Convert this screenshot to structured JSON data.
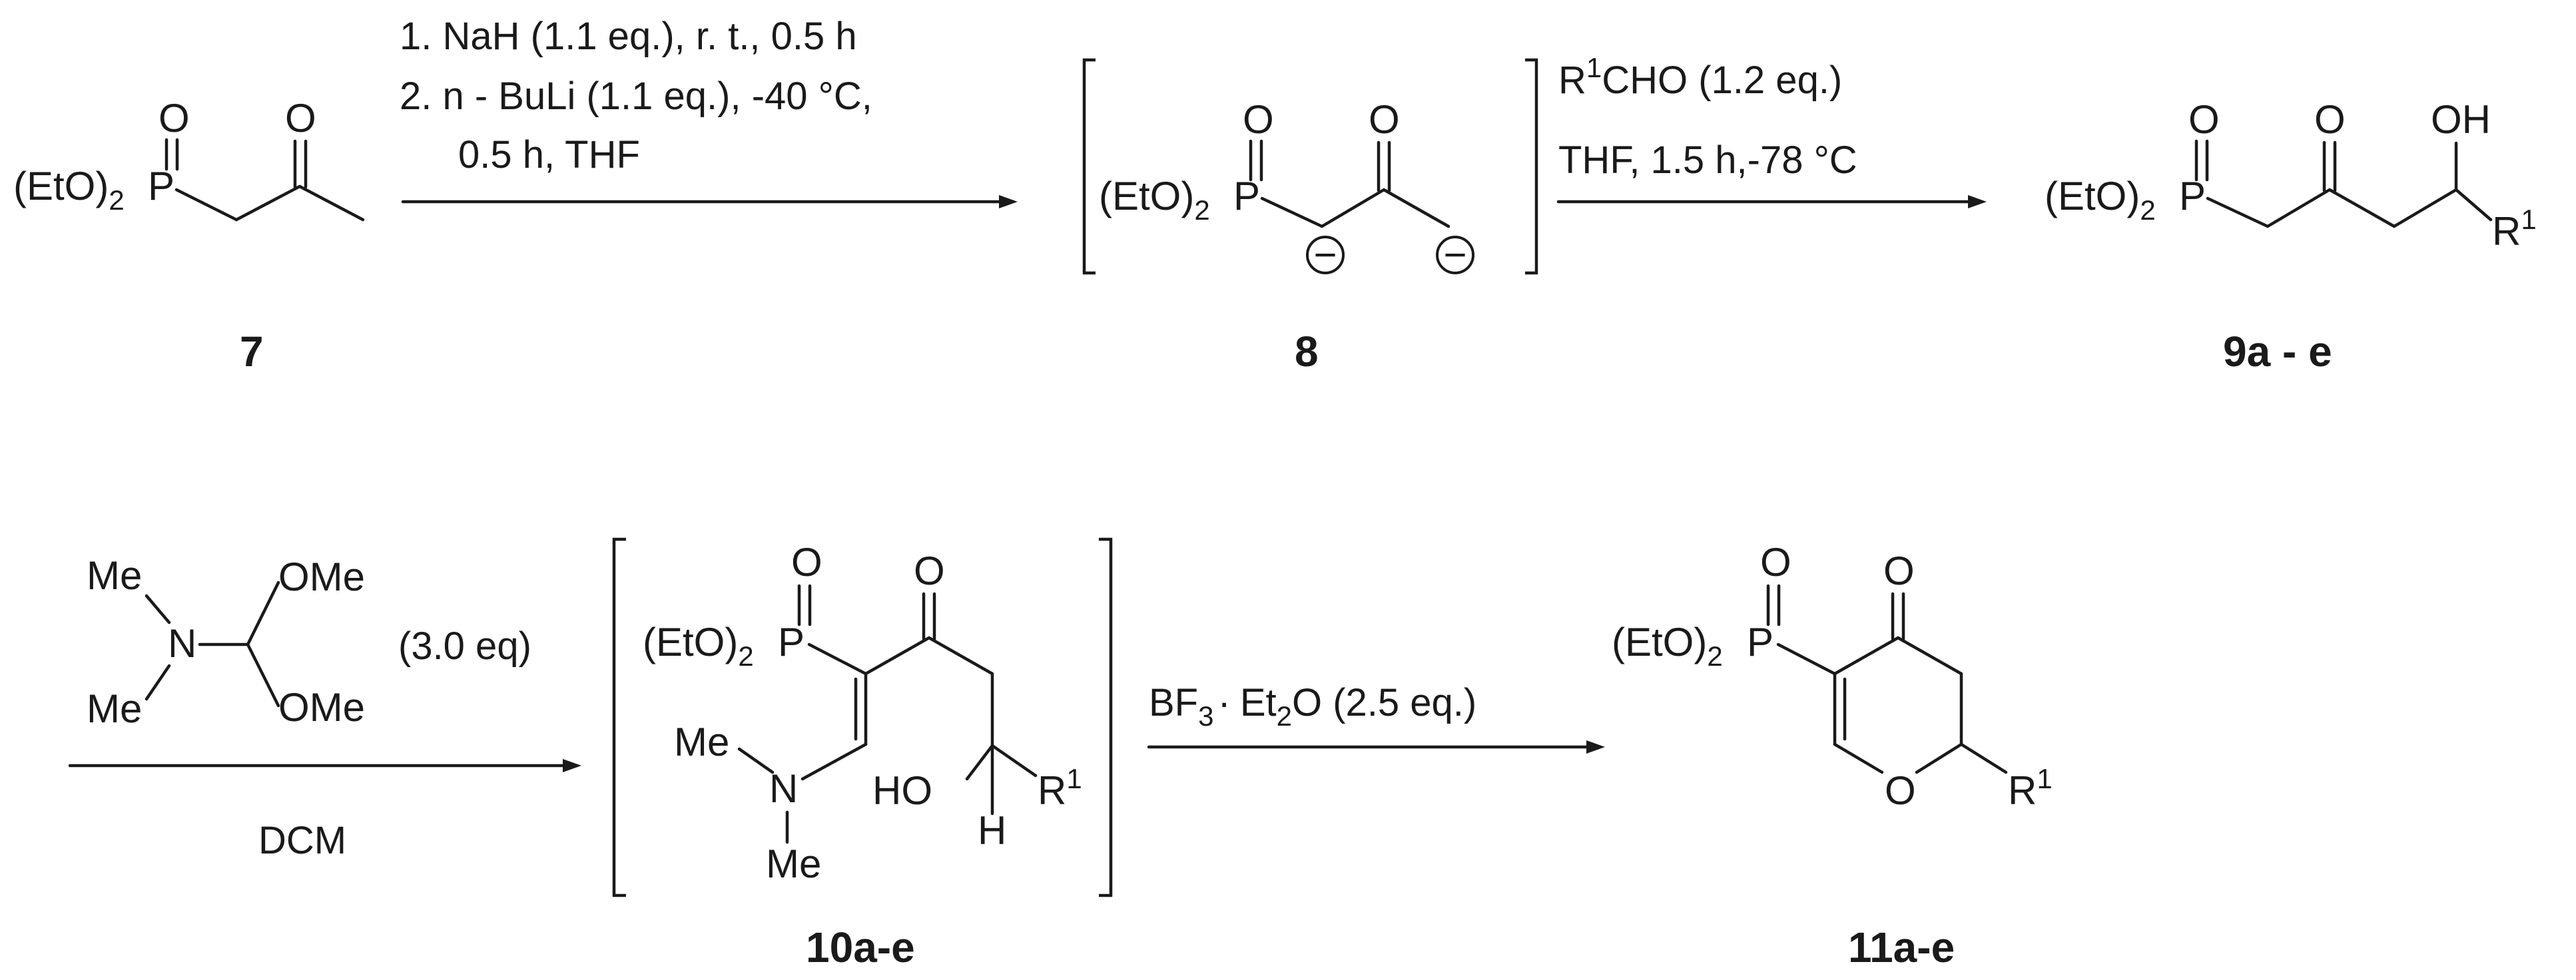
{
  "molecules": {
    "m7": {
      "label": "7",
      "ester": "(EtO)",
      "ester_sub": "2",
      "p": "P",
      "o_p": "O",
      "o_k": "O"
    },
    "m8": {
      "label": "8",
      "ester": "(EtO)",
      "ester_sub": "2",
      "p": "P",
      "o_p": "O",
      "o_k": "O",
      "charge": "−"
    },
    "m9": {
      "label": "9a - e",
      "ester": "(EtO)",
      "ester_sub": "2",
      "p": "P",
      "o_p": "O",
      "o_k": "O",
      "oh": "OH",
      "r": "R",
      "r_sup": "1"
    },
    "dmf_dma": {
      "me": "Me",
      "n": "N",
      "ome": "OMe",
      "eq": "(3.0 eq)"
    },
    "m10": {
      "label": "10a-e",
      "ester": "(EtO)",
      "ester_sub": "2",
      "p": "P",
      "o_p": "O",
      "o_k": "O",
      "me": "Me",
      "n": "N",
      "ho": "HO",
      "h": "H",
      "r": "R",
      "r_sup": "1"
    },
    "m11": {
      "label": "11a-e",
      "ester": "(EtO)",
      "ester_sub": "2",
      "p": "P",
      "o_p": "O",
      "o_k": "O",
      "o_ring": "O",
      "r": "R",
      "r_sup": "1"
    }
  },
  "conditions": {
    "step1": {
      "line1": "1. NaH (1.1 eq.), r. t., 0.5 h",
      "line2": "2. n - BuLi (1.1 eq.), -40 °C,",
      "line3": "0.5 h, THF"
    },
    "step2": {
      "line1_sup": "1",
      "line1_a": "R",
      "line1_b": "CHO (1.2   eq.)",
      "line2": "THF, 1.5 h,-78 °C"
    },
    "step3": {
      "below": "DCM"
    },
    "step4": {
      "bf": "BF",
      "bf_sub": "3",
      "dot": "·",
      "et": "Et",
      "et_sub": "2",
      "rest": "O (2.5 eq.)"
    }
  }
}
